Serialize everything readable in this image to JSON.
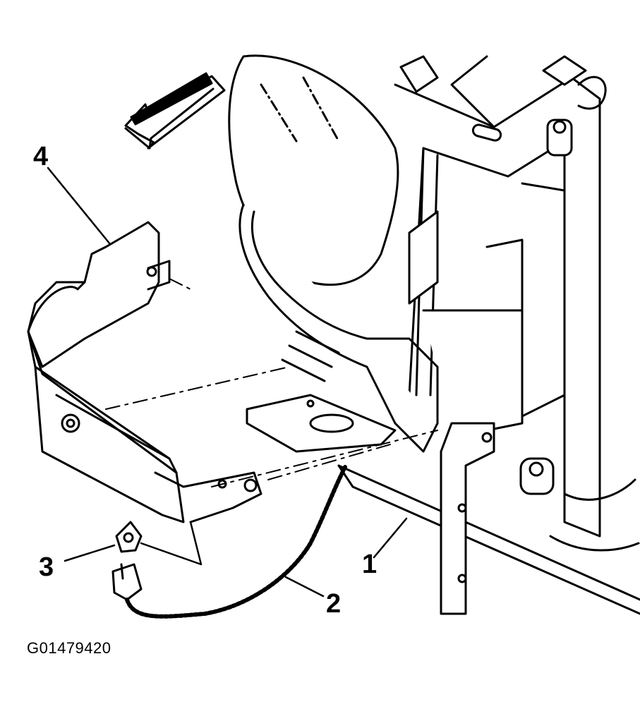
{
  "figure_id": "G01479420",
  "callouts": {
    "c1": "1",
    "c2": "2",
    "c3": "3",
    "c4": "4"
  }
}
